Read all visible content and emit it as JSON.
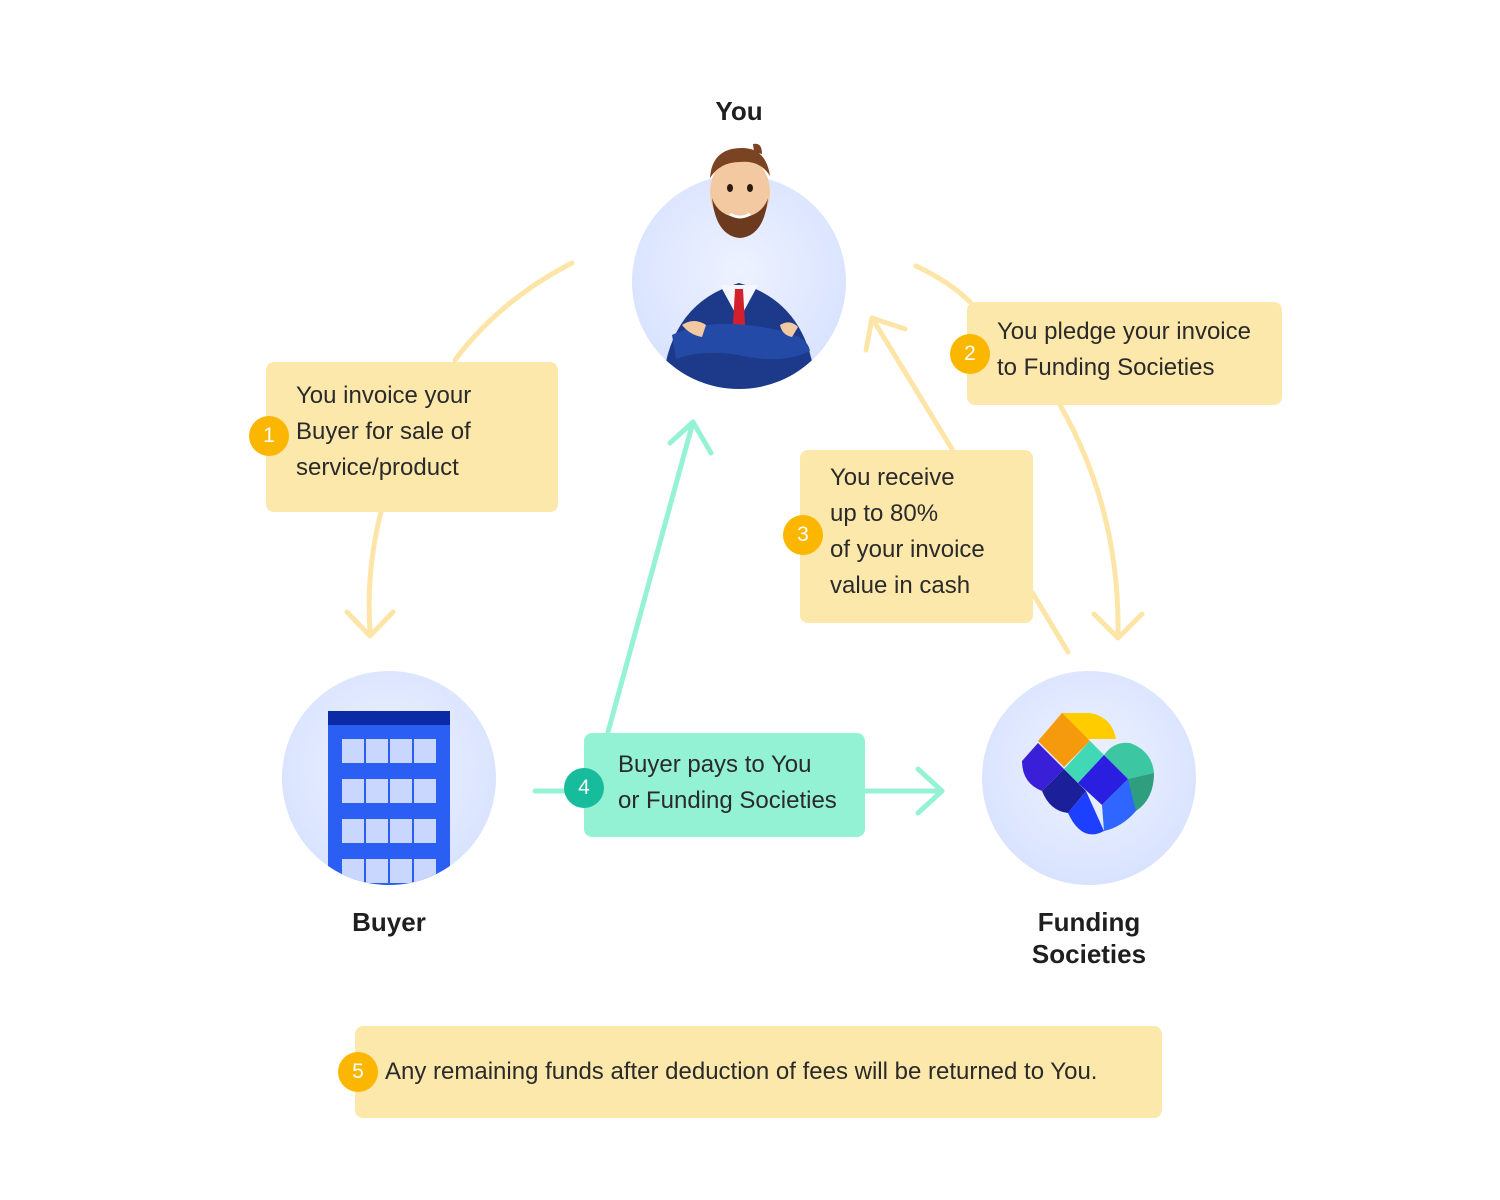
{
  "colors": {
    "yellow_box": "#fde8ab",
    "yellow_arrow": "#fde5a8",
    "yellow_badge": "#fbb700",
    "green_box": "#94f2d4",
    "green_arrow": "#96f2d5",
    "green_badge": "#16bc9b",
    "avatar_bg": "#dde6ff"
  },
  "nodes": {
    "you": {
      "label": "You",
      "icon": "businessman-avatar-icon"
    },
    "buyer": {
      "label": "Buyer",
      "icon": "office-building-icon"
    },
    "funding": {
      "label_lines": [
        "Funding",
        "Societies"
      ],
      "icon": "funding-societies-logo-icon"
    }
  },
  "steps": [
    {
      "number": "1",
      "lines": [
        "You invoice your",
        "Buyer for sale of",
        "service/product"
      ]
    },
    {
      "number": "2",
      "lines": [
        "You pledge your invoice",
        "to Funding Societies"
      ]
    },
    {
      "number": "3",
      "lines": [
        "You receive",
        "up to 80%",
        "of your invoice",
        "value in cash"
      ]
    },
    {
      "number": "4",
      "lines": [
        "Buyer pays to You",
        "or Funding Societies"
      ]
    },
    {
      "number": "5",
      "lines": [
        "Any remaining funds after deduction of fees will be returned to You."
      ]
    }
  ]
}
